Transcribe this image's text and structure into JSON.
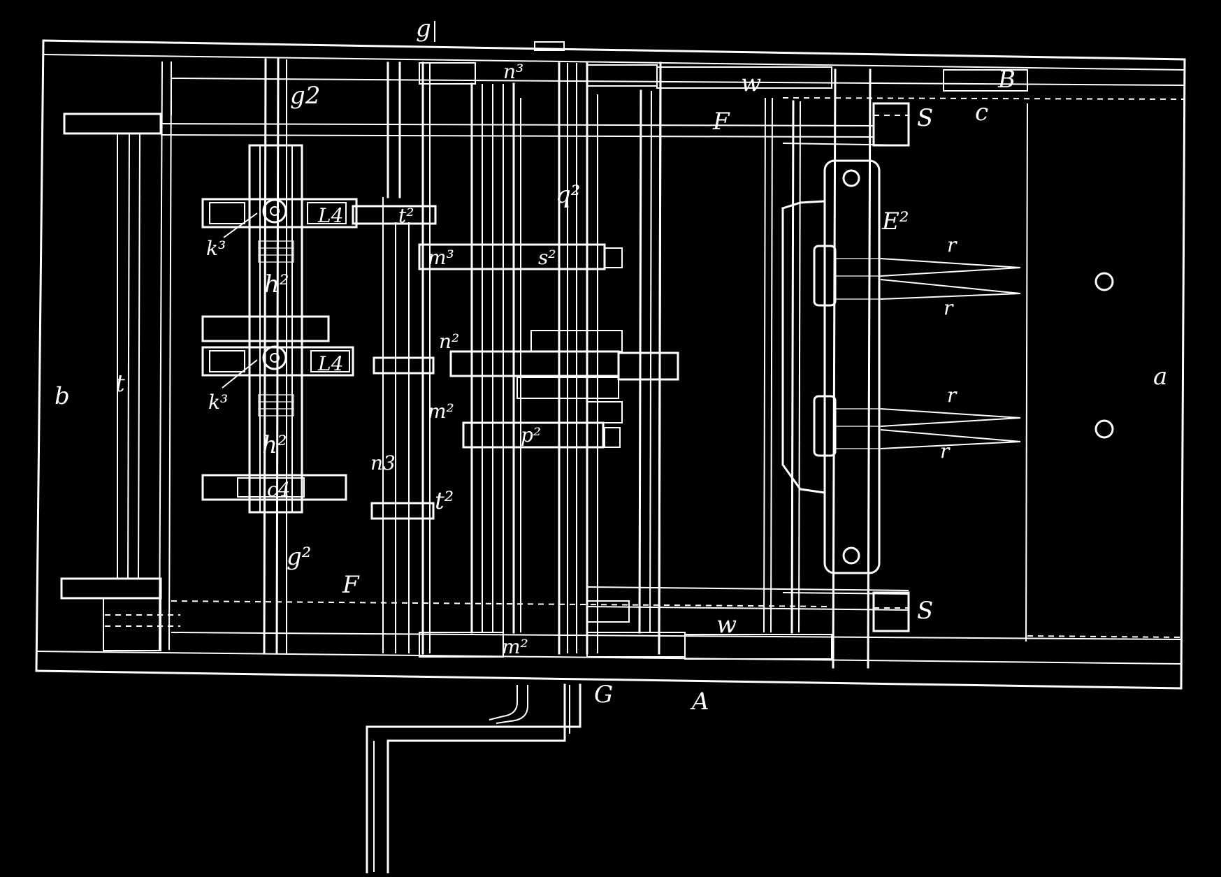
{
  "figure": {
    "labels": {
      "top_g": "g",
      "n3_top": "n³",
      "w_top": "w",
      "B": "B",
      "g2_top": "g2",
      "F_top": "F",
      "S_top": "S",
      "c": "c",
      "q2": "q²",
      "E2": "E²",
      "r1": "r",
      "r2": "r",
      "r3": "r",
      "r4": "r",
      "k3_upper": "k³",
      "L4_upper": "L4",
      "t2_upper": "t²",
      "m3": "m³",
      "s2": "s²",
      "h2_upper": "h²",
      "n2": "n²",
      "L4_lower": "L4",
      "k3_lower": "k³",
      "m2_mid": "m²",
      "p2": "p²",
      "b": "b",
      "t": "t",
      "h2_lower": "h²",
      "a": "a",
      "n3_mid": "n3",
      "t2_lower": "t²",
      "g2_lower": "g²",
      "F_bottom": "F",
      "S_bottom": "S",
      "w_bottom": "w",
      "m2_bottom": "m²",
      "G": "G",
      "A": "A",
      "c4": "c4"
    }
  }
}
